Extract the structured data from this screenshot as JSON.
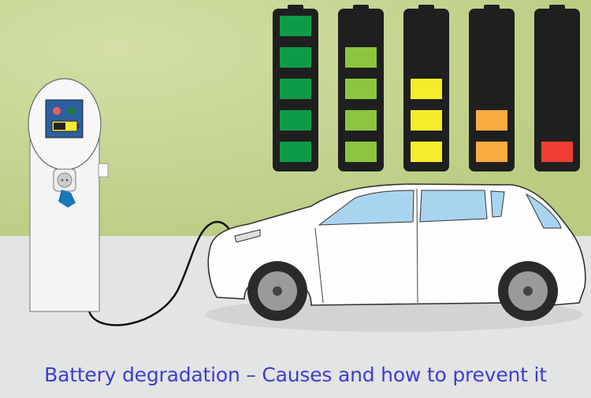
{
  "caption": "Battery degradation – Causes and how to prevent it",
  "colors": {
    "wall": "#c3d48c",
    "floor": "#e3e4e4",
    "caption": "#3a3fcf",
    "battery_body": "#1f1f1f",
    "window": "#a9d4ef"
  },
  "batteries": [
    {
      "level": 5,
      "color": "#0d9b47"
    },
    {
      "level": 4,
      "color": "#8cc63e"
    },
    {
      "level": 3,
      "color": "#f6ec2b"
    },
    {
      "level": 2,
      "color": "#fbac3f"
    },
    {
      "level": 1,
      "color": "#ee3e35"
    }
  ],
  "charger": {
    "indicator_colors": [
      "#f05a5a",
      "#1d7a3a"
    ],
    "screen_color": "#2d5fa0",
    "plug_color": "#1878b8"
  }
}
